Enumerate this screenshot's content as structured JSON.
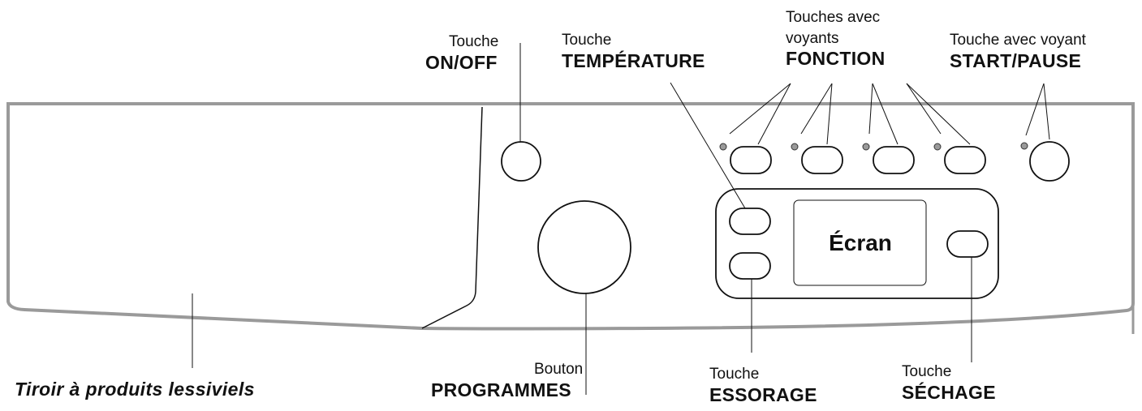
{
  "labels": {
    "onoff": {
      "prefix": "Touche",
      "name": "ON/OFF"
    },
    "temperature": {
      "prefix": "Touche",
      "name": "TEMPÉRATURE"
    },
    "fonction": {
      "prefix_line1": "Touches avec",
      "prefix_line2": "voyants",
      "name": "FONCTION"
    },
    "start_pause": {
      "prefix": "Touche avec voyant",
      "name": "START/PAUSE"
    },
    "programmes": {
      "prefix": "Bouton",
      "name": "PROGRAMMES"
    },
    "essorage": {
      "prefix": "Touche",
      "name": "ESSORAGE"
    },
    "sechage": {
      "prefix": "Touche",
      "name": "SÉCHAGE"
    },
    "drawer": {
      "name": "Tiroir à produits lessiviels"
    }
  },
  "screen": {
    "text": "Écran"
  },
  "colors": {
    "line": "#999999",
    "outline": "#111111",
    "led_fill": "#9a9a9a"
  }
}
